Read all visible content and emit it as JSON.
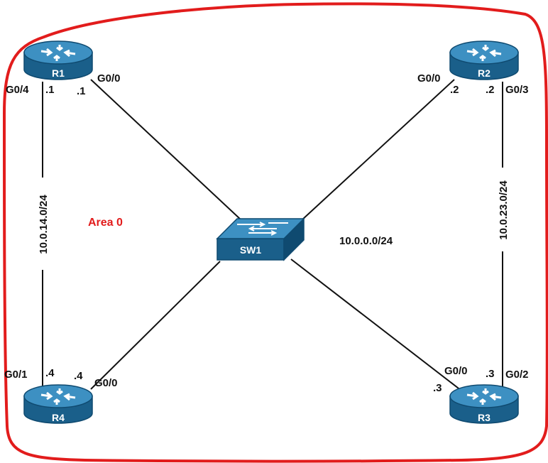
{
  "colors": {
    "border": "#e21c1c",
    "device_top": "#3d90c2",
    "device_side": "#1a5f8a",
    "device_edge": "#0f4a70",
    "area_text": "#e21c1c"
  },
  "area_label": "Area 0",
  "devices": {
    "r1": {
      "name": "R1",
      "icon": "router-icon"
    },
    "r2": {
      "name": "R2",
      "icon": "router-icon"
    },
    "r3": {
      "name": "R3",
      "icon": "router-icon"
    },
    "r4": {
      "name": "R4",
      "icon": "router-icon"
    },
    "sw1": {
      "name": "SW1",
      "icon": "switch-icon"
    }
  },
  "interfaces": {
    "r1_g0_4": "G0/4",
    "r1_g0_4_ip": ".1",
    "r1_g0_0": "G0/0",
    "r1_g0_0_ip": ".1",
    "r2_g0_0": "G0/0",
    "r2_g0_0_ip": ".2",
    "r2_g0_3": "G0/3",
    "r2_g0_3_ip": ".2",
    "r4_g0_1": "G0/1",
    "r4_g0_1_ip": ".4",
    "r4_g0_0": "G0/0",
    "r4_g0_0_ip": ".4",
    "r3_g0_0": "G0/0",
    "r3_g0_0_ip": ".3",
    "r3_g0_2": "G0/2",
    "r3_g0_2_ip": ".3"
  },
  "networks": {
    "r1_r4": "10.0.14.0/24",
    "r2_r3": "10.0.23.0/24",
    "lan": "10.0.0.0/24"
  }
}
